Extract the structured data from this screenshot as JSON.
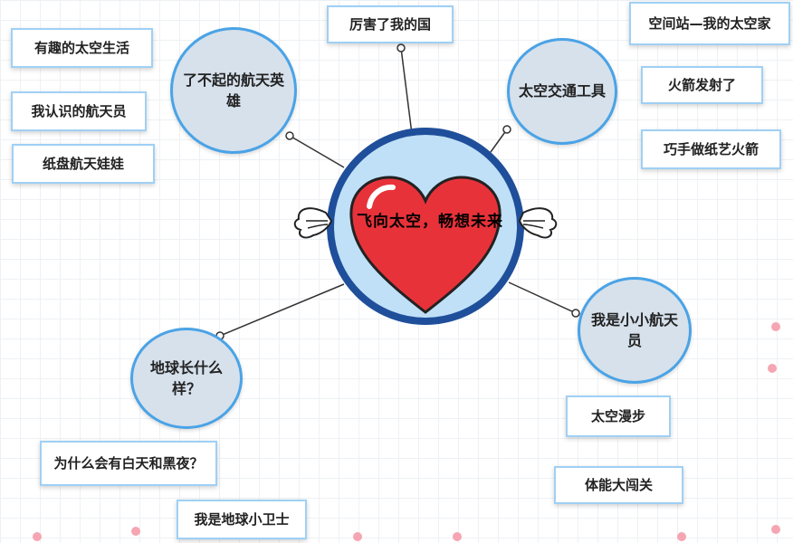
{
  "center": {
    "title": "飞向太空，畅想未来"
  },
  "branches": {
    "heroes": {
      "label": "了不起的航天英雄"
    },
    "transport": {
      "label": "太空交通工具"
    },
    "astronaut": {
      "label": "我是小小航天员"
    },
    "earth": {
      "label": "地球长什么样？"
    }
  },
  "items": {
    "fun_life": "有趣的太空生活",
    "know_astronauts": "我认识的航天员",
    "paper_doll": "纸盘航天娃娃",
    "great_country": "厉害了我的国",
    "space_station": "空间站—我的太空家",
    "rocket_launch": "火箭发射了",
    "paper_rocket": "巧手做纸艺火箭",
    "spacewalk": "太空漫步",
    "fitness": "体能大闯关",
    "day_night": "为什么会有白天和黑夜？",
    "earth_guard": "我是地球小卫士"
  },
  "colors": {
    "heart": "#e8323a",
    "center_fill": "#bfe0f7",
    "center_ring": "#1f4f9a",
    "node_fill": "#d6e1ec",
    "node_border": "#4aa3e6"
  }
}
